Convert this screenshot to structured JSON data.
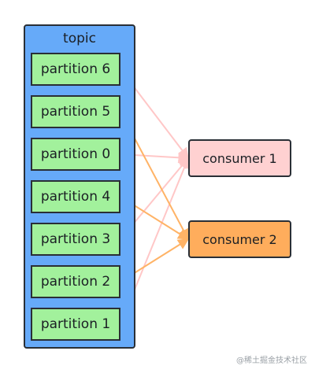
{
  "topic": {
    "label": "topic",
    "color": "#66aaf9"
  },
  "partitions": [
    {
      "id": "p6",
      "label": "partition 6"
    },
    {
      "id": "p5",
      "label": "partition 5"
    },
    {
      "id": "p0",
      "label": "partition 0"
    },
    {
      "id": "p4",
      "label": "partition 4"
    },
    {
      "id": "p3",
      "label": "partition 3"
    },
    {
      "id": "p2",
      "label": "partition 2"
    },
    {
      "id": "p1",
      "label": "partition 1"
    }
  ],
  "consumers": [
    {
      "id": "c1",
      "label": "consumer 1",
      "color": "#ffd1d1"
    },
    {
      "id": "c2",
      "label": "consumer 2",
      "color": "#ffad5c"
    }
  ],
  "edges": [
    {
      "from": "p6",
      "to": "c1",
      "color": "#ffc7c7"
    },
    {
      "from": "p0",
      "to": "c1",
      "color": "#ffc7c7"
    },
    {
      "from": "p3",
      "to": "c1",
      "color": "#ffc7c7"
    },
    {
      "from": "p1",
      "to": "c1",
      "color": "#ffc7c7"
    },
    {
      "from": "p5",
      "to": "c2",
      "color": "#ffb366"
    },
    {
      "from": "p4",
      "to": "c2",
      "color": "#ffb366"
    },
    {
      "from": "p2",
      "to": "c2",
      "color": "#ffb366"
    }
  ],
  "watermark": "@稀土掘金技术社区"
}
